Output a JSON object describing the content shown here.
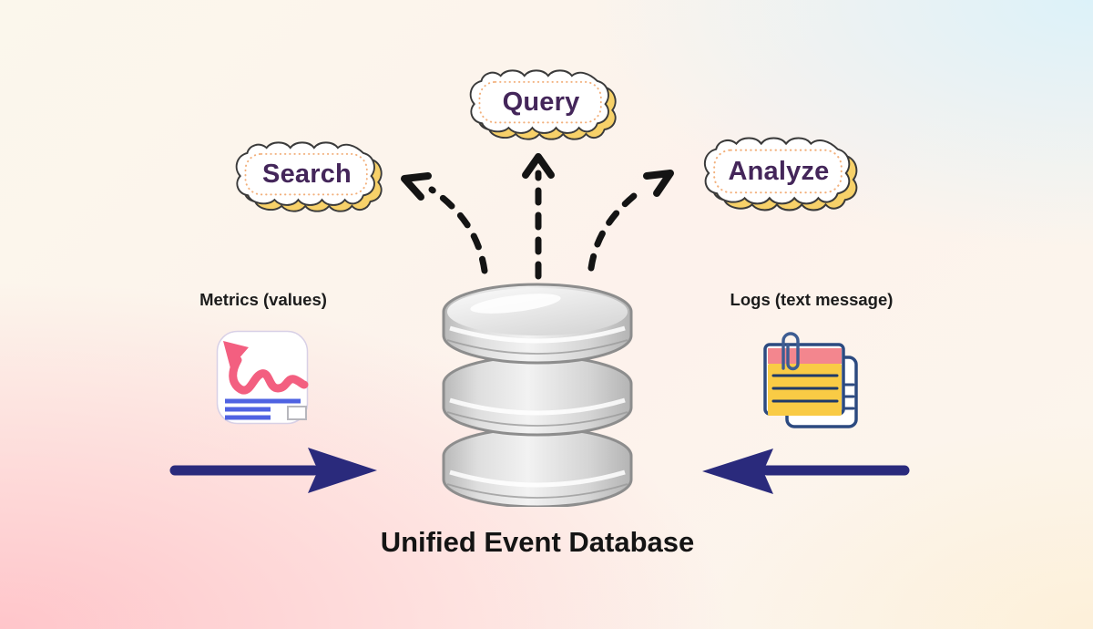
{
  "diagram": {
    "title": "Unified Event Database",
    "clouds": [
      {
        "label": "Search"
      },
      {
        "label": "Query"
      },
      {
        "label": "Analyze"
      }
    ],
    "sources": {
      "metrics": {
        "label": "Metrics (values)",
        "icon": "metrics-chart-icon"
      },
      "logs": {
        "label": "Logs (text message)",
        "icon": "logs-note-icon"
      }
    },
    "database": {
      "icon": "database-cylinder-icon"
    },
    "colors": {
      "bg_pink": "#ffc5ca",
      "bg_blue": "#dcf2f9",
      "bg_peach": "#fdf0d9",
      "cloud_fill": "#ffffff",
      "cloud_outline": "#3a3a3a",
      "cloud_shadow": "#f7d169",
      "cloud_dotted": "#f2b07c",
      "cloud_text": "#44265a",
      "dashed_arrow": "#141414",
      "arrow_navy": "#2a2a7c",
      "metrics_wave": "#f35f80",
      "metrics_lines": "#4f63e2",
      "logs_outline": "#2c4a80",
      "logs_header": "#f3868e",
      "logs_body": "#f9cb45"
    }
  }
}
